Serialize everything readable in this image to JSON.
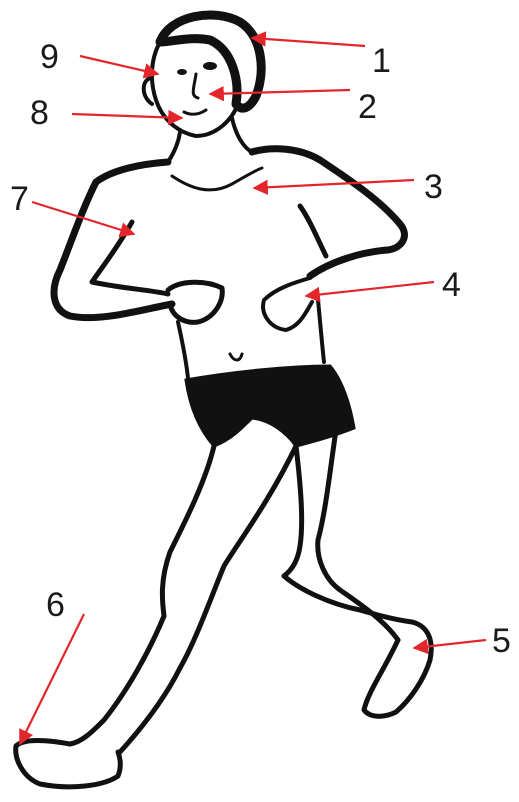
{
  "figure": {
    "subject": "",
    "labels": [
      {
        "id": "1",
        "text": "1"
      },
      {
        "id": "2",
        "text": "2"
      },
      {
        "id": "3",
        "text": "3"
      },
      {
        "id": "4",
        "text": "4"
      },
      {
        "id": "5",
        "text": "5"
      },
      {
        "id": "6",
        "text": "6"
      },
      {
        "id": "7",
        "text": "7"
      },
      {
        "id": "8",
        "text": "8"
      },
      {
        "id": "9",
        "text": "9"
      }
    ],
    "colors": {
      "arrow": "#e3262b",
      "ink": "#111111",
      "background": "#ffffff"
    }
  }
}
